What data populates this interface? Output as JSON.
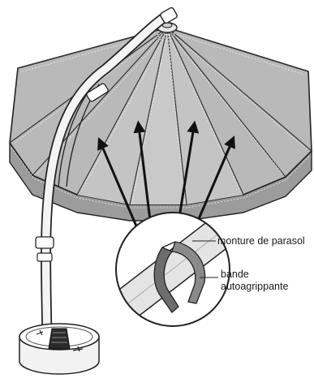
{
  "labels": {
    "frame": "monture de parasol",
    "strap_line1": "bande",
    "strap_line2": "autoagrippante"
  }
}
